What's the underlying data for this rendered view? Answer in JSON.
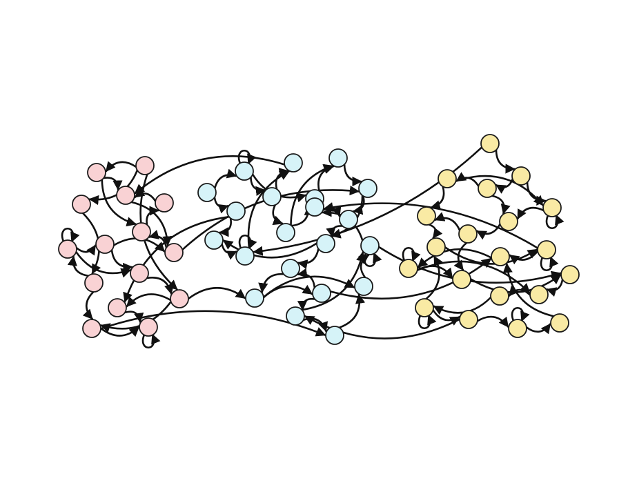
{
  "diagram": {
    "type": "directed-graph",
    "clusters": [
      {
        "name": "pink",
        "color": "#f9d2d4"
      },
      {
        "name": "blue",
        "color": "#d6f3f8"
      },
      {
        "name": "yellow",
        "color": "#f9eaa4"
      }
    ],
    "edge_color": "#111111",
    "node_outline": "#1a1a1a",
    "background": "#ffffff",
    "nodes": [
      {
        "id": "p1",
        "cluster": "pink"
      },
      {
        "id": "p2",
        "cluster": "pink"
      },
      {
        "id": "p3",
        "cluster": "pink"
      },
      {
        "id": "p4",
        "cluster": "pink"
      },
      {
        "id": "p5",
        "cluster": "pink"
      },
      {
        "id": "p6",
        "cluster": "pink"
      },
      {
        "id": "p7",
        "cluster": "pink"
      },
      {
        "id": "p8",
        "cluster": "pink"
      },
      {
        "id": "p9",
        "cluster": "pink"
      },
      {
        "id": "p10",
        "cluster": "pink"
      },
      {
        "id": "p11",
        "cluster": "pink"
      },
      {
        "id": "p12",
        "cluster": "pink"
      },
      {
        "id": "p13",
        "cluster": "pink"
      },
      {
        "id": "p14",
        "cluster": "pink"
      },
      {
        "id": "p15",
        "cluster": "pink"
      },
      {
        "id": "b1",
        "cluster": "blue"
      },
      {
        "id": "b2",
        "cluster": "blue"
      },
      {
        "id": "b3",
        "cluster": "blue"
      },
      {
        "id": "b4",
        "cluster": "blue"
      },
      {
        "id": "b5",
        "cluster": "blue"
      },
      {
        "id": "b6",
        "cluster": "blue"
      },
      {
        "id": "b7",
        "cluster": "blue"
      },
      {
        "id": "b8",
        "cluster": "blue"
      },
      {
        "id": "b9",
        "cluster": "blue"
      },
      {
        "id": "b10",
        "cluster": "blue"
      },
      {
        "id": "b11",
        "cluster": "blue"
      },
      {
        "id": "b12",
        "cluster": "blue"
      },
      {
        "id": "b13",
        "cluster": "blue"
      },
      {
        "id": "b14",
        "cluster": "blue"
      },
      {
        "id": "b15",
        "cluster": "blue"
      },
      {
        "id": "b16",
        "cluster": "blue"
      },
      {
        "id": "b17",
        "cluster": "blue"
      },
      {
        "id": "b18",
        "cluster": "blue"
      },
      {
        "id": "b19",
        "cluster": "blue"
      },
      {
        "id": "b20",
        "cluster": "blue"
      },
      {
        "id": "b21",
        "cluster": "blue"
      },
      {
        "id": "y1",
        "cluster": "yellow"
      },
      {
        "id": "y2",
        "cluster": "yellow"
      },
      {
        "id": "y3",
        "cluster": "yellow"
      },
      {
        "id": "y4",
        "cluster": "yellow"
      },
      {
        "id": "y5",
        "cluster": "yellow"
      },
      {
        "id": "y6",
        "cluster": "yellow"
      },
      {
        "id": "y7",
        "cluster": "yellow"
      },
      {
        "id": "y8",
        "cluster": "yellow"
      },
      {
        "id": "y9",
        "cluster": "yellow"
      },
      {
        "id": "y10",
        "cluster": "yellow"
      },
      {
        "id": "y11",
        "cluster": "yellow"
      },
      {
        "id": "y12",
        "cluster": "yellow"
      },
      {
        "id": "y13",
        "cluster": "yellow"
      },
      {
        "id": "y14",
        "cluster": "yellow"
      },
      {
        "id": "y15",
        "cluster": "yellow"
      },
      {
        "id": "y16",
        "cluster": "yellow"
      },
      {
        "id": "y17",
        "cluster": "yellow"
      },
      {
        "id": "y18",
        "cluster": "yellow"
      },
      {
        "id": "y19",
        "cluster": "yellow"
      },
      {
        "id": "y20",
        "cluster": "yellow"
      }
    ],
    "edges": [
      {
        "from": "p2",
        "to": "p1"
      },
      {
        "from": "p1",
        "to": "p3"
      },
      {
        "from": "p4",
        "to": "p3"
      },
      {
        "from": "p2",
        "to": "p5"
      },
      {
        "from": "p1",
        "to": "p6"
      },
      {
        "from": "p6",
        "to": "p4"
      },
      {
        "from": "p8",
        "to": "p6"
      },
      {
        "from": "p7",
        "to": "p8"
      },
      {
        "from": "p9",
        "to": "p7"
      },
      {
        "from": "p10",
        "to": "p9"
      },
      {
        "from": "p9",
        "to": "p11"
      },
      {
        "from": "p5",
        "to": "p10"
      },
      {
        "from": "p7",
        "to": "p11"
      },
      {
        "from": "p11",
        "to": "p12"
      },
      {
        "from": "p12",
        "to": "p13"
      },
      {
        "from": "p13",
        "to": "p14"
      },
      {
        "from": "p15",
        "to": "p14"
      },
      {
        "from": "p12",
        "to": "p15"
      },
      {
        "from": "p10",
        "to": "p15"
      },
      {
        "from": "p3",
        "to": "p8"
      },
      {
        "from": "p2",
        "to": "p12"
      },
      {
        "from": "b1",
        "to": "b2"
      },
      {
        "from": "b2",
        "to": "b3"
      },
      {
        "from": "b3",
        "to": "b4"
      },
      {
        "from": "b1",
        "to": "b5"
      },
      {
        "from": "b5",
        "to": "b6"
      },
      {
        "from": "b6",
        "to": "b7"
      },
      {
        "from": "b7",
        "to": "b4"
      },
      {
        "from": "b8",
        "to": "b9"
      },
      {
        "from": "b9",
        "to": "b10"
      },
      {
        "from": "b10",
        "to": "b11"
      },
      {
        "from": "b11",
        "to": "b12"
      },
      {
        "from": "b12",
        "to": "b13"
      },
      {
        "from": "b13",
        "to": "b14"
      },
      {
        "from": "b14",
        "to": "b15"
      },
      {
        "from": "b15",
        "to": "b16"
      },
      {
        "from": "b16",
        "to": "b17"
      },
      {
        "from": "b17",
        "to": "b18"
      },
      {
        "from": "b18",
        "to": "b19"
      },
      {
        "from": "b19",
        "to": "b20"
      },
      {
        "from": "b20",
        "to": "b21"
      },
      {
        "from": "b21",
        "to": "b12"
      },
      {
        "from": "b3",
        "to": "b8"
      },
      {
        "from": "b8",
        "to": "b10"
      },
      {
        "from": "b2",
        "to": "b9"
      },
      {
        "from": "b15",
        "to": "b19"
      },
      {
        "from": "b17",
        "to": "b20"
      },
      {
        "from": "b13",
        "to": "b6"
      },
      {
        "from": "b16",
        "to": "b14"
      },
      {
        "from": "b11",
        "to": "b13"
      },
      {
        "from": "y1",
        "to": "y2"
      },
      {
        "from": "y2",
        "to": "y3"
      },
      {
        "from": "y3",
        "to": "y4"
      },
      {
        "from": "y4",
        "to": "y5"
      },
      {
        "from": "y5",
        "to": "y6"
      },
      {
        "from": "y6",
        "to": "y7"
      },
      {
        "from": "y7",
        "to": "y8"
      },
      {
        "from": "y8",
        "to": "y9"
      },
      {
        "from": "y9",
        "to": "y10"
      },
      {
        "from": "y10",
        "to": "y11"
      },
      {
        "from": "y11",
        "to": "y12"
      },
      {
        "from": "y12",
        "to": "y13"
      },
      {
        "from": "y13",
        "to": "y14"
      },
      {
        "from": "y14",
        "to": "y15"
      },
      {
        "from": "y15",
        "to": "y16"
      },
      {
        "from": "y16",
        "to": "y17"
      },
      {
        "from": "y17",
        "to": "y18"
      },
      {
        "from": "y18",
        "to": "y19"
      },
      {
        "from": "y19",
        "to": "y20"
      },
      {
        "from": "y20",
        "to": "y11"
      },
      {
        "from": "y2",
        "to": "y5"
      },
      {
        "from": "y4",
        "to": "y8"
      },
      {
        "from": "y7",
        "to": "y13"
      },
      {
        "from": "y12",
        "to": "y15"
      },
      {
        "from": "y17",
        "to": "y9"
      },
      {
        "from": "y3",
        "to": "y6"
      },
      {
        "from": "b4",
        "to": "p3"
      },
      {
        "from": "p12",
        "to": "b15"
      },
      {
        "from": "b16",
        "to": "y11"
      },
      {
        "from": "y1",
        "to": "b7"
      },
      {
        "from": "b20",
        "to": "y14"
      },
      {
        "from": "p15",
        "to": "b18"
      },
      {
        "from": "y10",
        "to": "b21"
      },
      {
        "from": "p8",
        "to": "b11"
      },
      {
        "from": "b5",
        "to": "p13"
      },
      {
        "from": "y18",
        "to": "b17"
      }
    ],
    "self_loops": [
      "b7",
      "p14",
      "y12",
      "b20",
      "p9",
      "y17",
      "y19",
      "y10",
      "b2",
      "y5"
    ]
  }
}
